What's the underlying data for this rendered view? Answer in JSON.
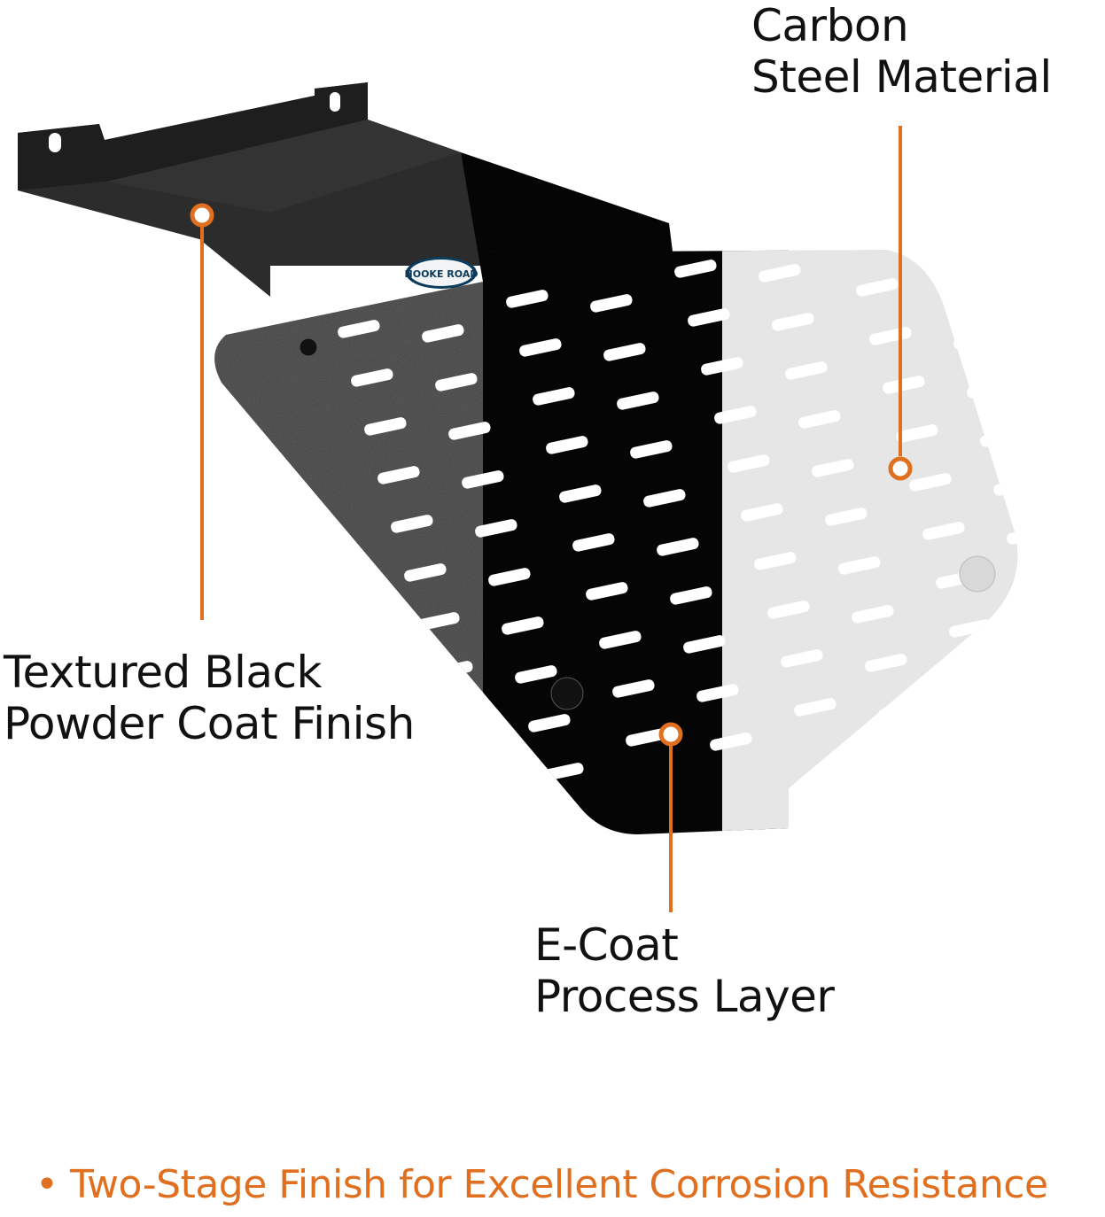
{
  "callouts": {
    "carbon_steel": {
      "line1": "Carbon",
      "line2": "Steel Material"
    },
    "powder_coat": {
      "line1": "Textured Black",
      "line2": "Powder Coat Finish"
    },
    "ecoat": {
      "line1": "E-Coat",
      "line2": "Process Layer"
    }
  },
  "logo": {
    "text": "HOOKE ROAD"
  },
  "footer": {
    "bullet": "•",
    "text": "Two-Stage Finish for Excellent Corrosion Resistance"
  },
  "colors": {
    "accent": "#E07020",
    "text": "#111111",
    "powder": "#3a3a3a",
    "ecoat": "#050505",
    "steel": "#e6e6e6"
  }
}
